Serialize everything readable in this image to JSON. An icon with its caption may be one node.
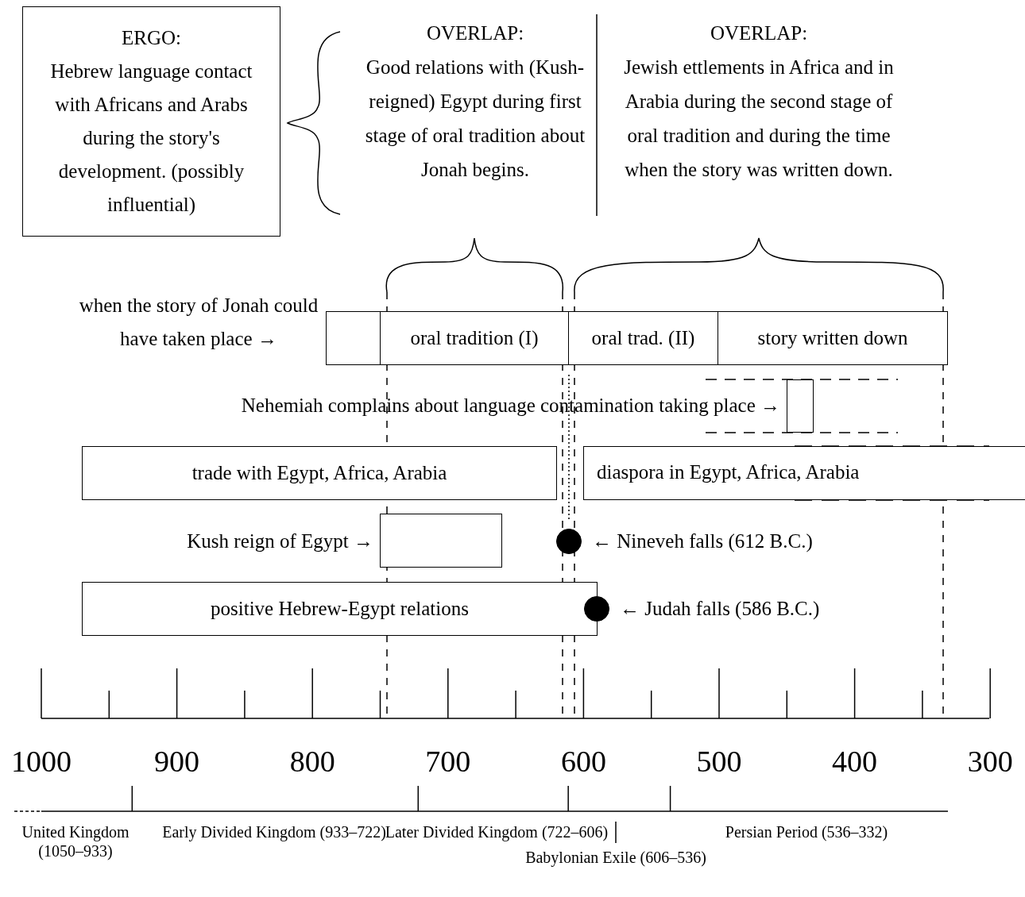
{
  "diagram": {
    "nodes": [
      {
        "text": [
          "ERGO:",
          "Hebrew language contact with Africans and Arabs during the story's development. (possibly influential)"
        ]
      },
      {
        "text": [],
        "shape": "box",
        "beside": [
          "when the story of Jonah could have taken place →"
        ]
      },
      {
        "text": [
          "oral tradition (I)"
        ]
      },
      {
        "text": [
          "oral trad. (II)"
        ]
      },
      {
        "text": [
          "story written down"
        ]
      },
      {
        "text": [],
        "shape": "box",
        "beside": [
          "Nehemiah complains about language contamination taking place →"
        ]
      },
      {
        "text": [
          "trade with Egypt, Africa, Arabia"
        ]
      },
      {
        "text": [
          "diaspora in Egypt, Africa, Arabia"
        ]
      },
      {
        "text": [],
        "shape": "box",
        "beside": [
          "Kush reign of Egypt →"
        ]
      },
      {
        "text": [],
        "shape": "circle",
        "beside": [
          "← Nineveh falls (612 B.C.)"
        ]
      },
      {
        "text": [
          "positive Hebrew-Egypt relations"
        ]
      },
      {
        "text": [],
        "shape": "circle",
        "beside": [
          "← Judah falls (586 B.C.)"
        ]
      }
    ],
    "labels": [
      "OVERLAP:",
      "Good relations with (Kush-reigned) Egypt during first stage of oral tradition about Jonah begins.",
      "OVERLAP:",
      "Jewish ettlements in Africa and in Arabia during the second stage of oral tradition and during the time when the story was written down.",
      "1000",
      "900",
      "800",
      "700",
      "600",
      "500",
      "400",
      "300",
      "United Kingdom (1050–933)",
      "Early Divided Kingdom (933–722)",
      "Later Divided Kingdom (722–606)",
      "Babylonian Exile (606–536)",
      "Persian Period (536–332)"
    ]
  }
}
